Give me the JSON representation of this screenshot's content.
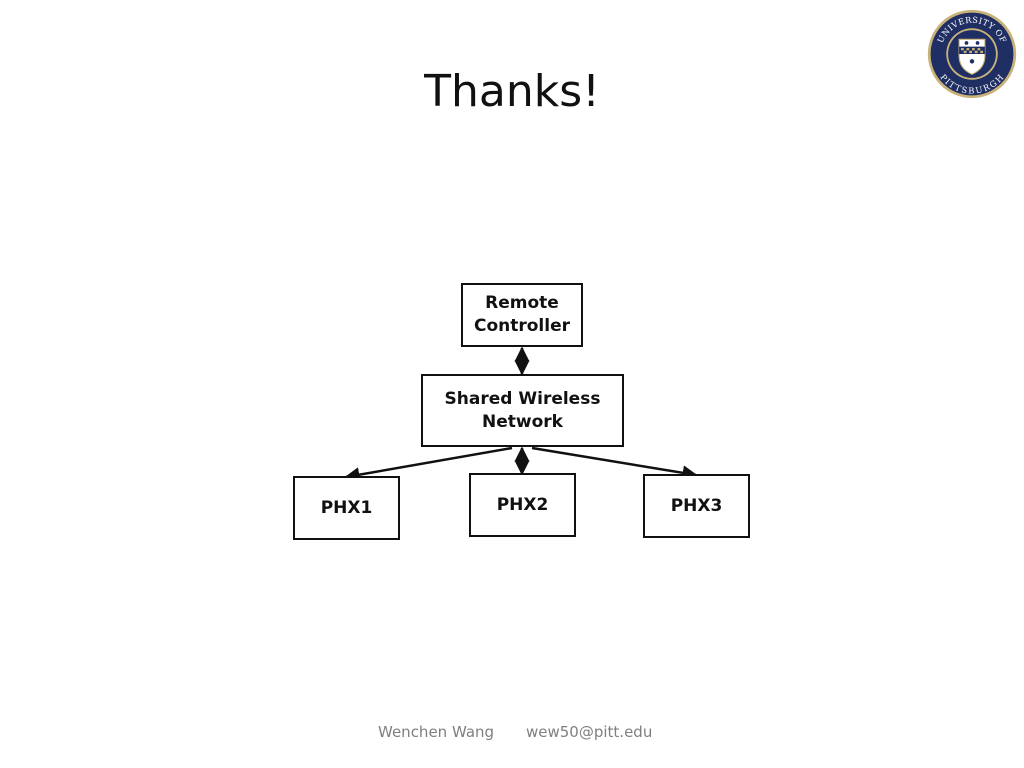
{
  "slide": {
    "title": "Thanks!"
  },
  "logo": {
    "name": "university-seal",
    "arc_text_top": "UNIVERSITY OF",
    "arc_text_bottom": "PITTSBURGH",
    "colors": {
      "ring": "#1f2f63",
      "gold": "#c9b27a",
      "shield": "#ffffff"
    }
  },
  "diagram": {
    "nodes": {
      "remote": "Remote\nController",
      "network": "Shared Wireless\nNetwork",
      "phx1": "PHX1",
      "phx2": "PHX2",
      "phx3": "PHX3"
    }
  },
  "footer": {
    "author": "Wenchen Wang",
    "email": "wew50@pitt.edu"
  }
}
